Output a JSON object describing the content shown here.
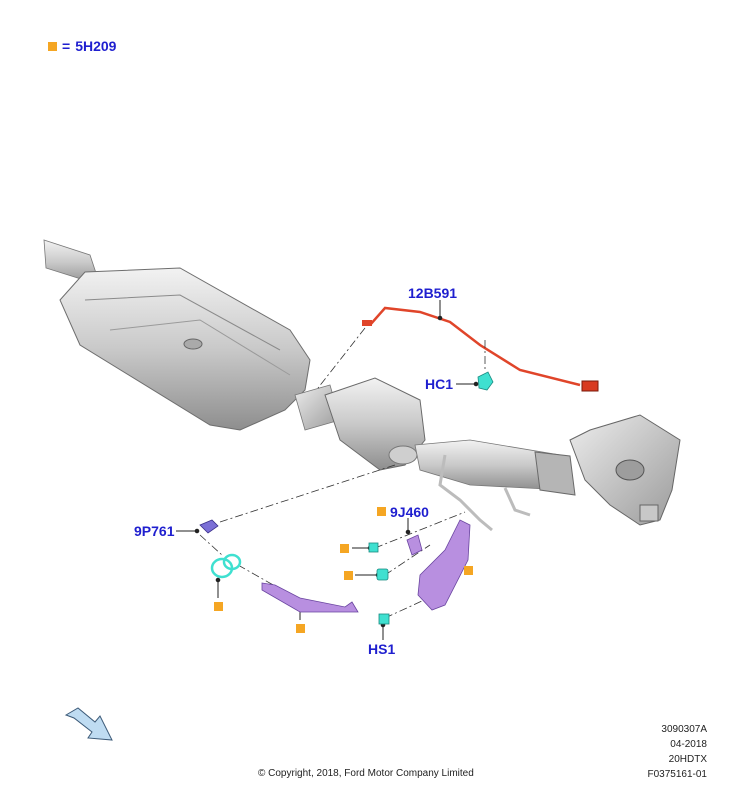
{
  "legend": {
    "code": "5H209",
    "equals": "="
  },
  "callouts": {
    "sensor": "12B591",
    "clip": "HC1",
    "hanger": "9P761",
    "bracket": "9J460",
    "screw": "HS1"
  },
  "footer": {
    "lines": [
      "3090307A",
      "04-2018",
      "20HDTX",
      "F0375161-01"
    ],
    "copyright": "© Copyright, 2018, Ford Motor Company Limited"
  },
  "colors": {
    "accent": "#f5a623",
    "label": "#1f1fcf",
    "sensor_wire": "#e0452a",
    "clip": "#3fe0d0",
    "bracket": "#b88fe0"
  }
}
